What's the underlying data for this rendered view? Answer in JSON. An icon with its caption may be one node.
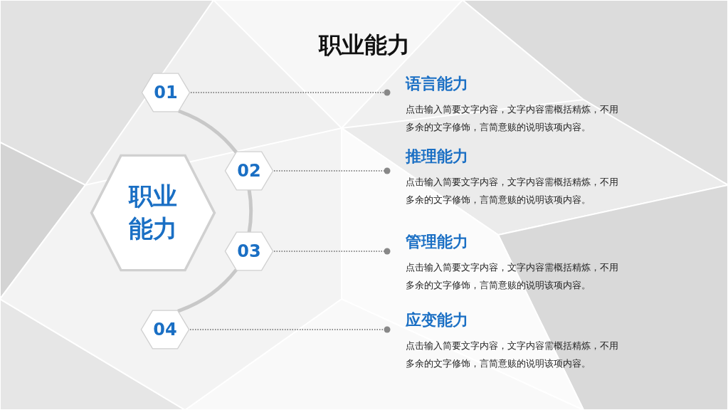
{
  "diagram": {
    "title": "职业能力",
    "nodes": [
      {
        "text": [
          "职业能力"
        ]
      },
      {
        "text": [
          "01"
        ]
      },
      {
        "text": [
          "02"
        ]
      },
      {
        "text": [
          "03"
        ]
      },
      {
        "text": [
          "04"
        ]
      },
      {
        "text": [
          "语言能力",
          "点击输入简要文字内容，文字内容需概括精炼，不用多余的文字修饰，言简意赅的说明该项内容。"
        ]
      },
      {
        "text": [
          "推理能力",
          "点击输入简要文字内容，文字内容需概括精炼，不用多余的文字修饰，言简意赅的说明该项内容。"
        ]
      },
      {
        "text": [
          "管理能力",
          "点击输入简要文字内容，文字内容需概括精炼，不用多余的文字修饰，言简意赅的说明该项内容。"
        ]
      },
      {
        "text": [
          "应变能力",
          "点击输入简要文字内容，文字内容需概括精炼，不用多余的文字修饰，言简意赅的说明该项内容。"
        ]
      }
    ],
    "edges": [
      {
        "from": 1,
        "to": 5,
        "arrow": "other",
        "style": "dashed"
      },
      {
        "from": 2,
        "to": 6,
        "arrow": "other",
        "style": "dashed"
      },
      {
        "from": 3,
        "to": 7,
        "arrow": "other",
        "style": "dashed"
      },
      {
        "from": 4,
        "to": 8,
        "arrow": "other",
        "style": "dashed"
      },
      {
        "from": 1,
        "to": 2,
        "arrow": "none",
        "style": "thick",
        "color": "#c8c8c8"
      },
      {
        "from": 2,
        "to": 3,
        "arrow": "none",
        "style": "thick",
        "color": "#c8c8c8"
      },
      {
        "from": 3,
        "to": 4,
        "arrow": "none",
        "style": "thick",
        "color": "#c8c8c8"
      }
    ]
  }
}
